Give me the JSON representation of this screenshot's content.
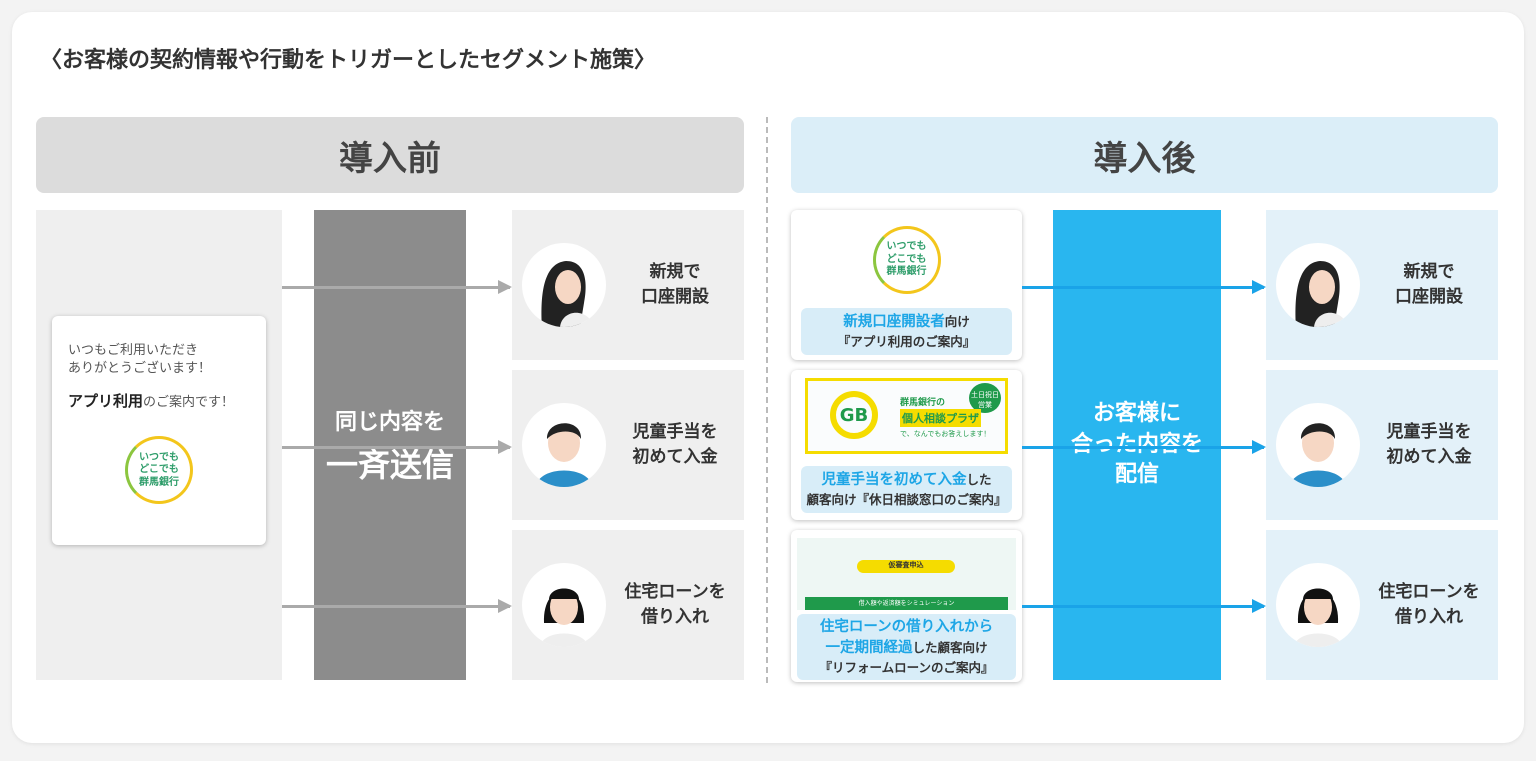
{
  "title": "〈お客様の契約情報や行動をトリガーとしたセグメント施策〉",
  "before": {
    "header": "導入前",
    "message": {
      "line1": "いつもご利用いただき",
      "line2": "ありがとうございます！",
      "bold": "アプリ利用",
      "rest": "のご案内です！",
      "logo": [
        "いつでも",
        "どこでも",
        "群馬銀行"
      ]
    },
    "column": {
      "line1": "同じ内容を",
      "line2": "一斉送信"
    },
    "targets": [
      {
        "l1": "新規で",
        "l2": "口座開設"
      },
      {
        "l1": "児童手当を",
        "l2": "初めて入金"
      },
      {
        "l1": "住宅ローンを",
        "l2": "借り入れ"
      }
    ]
  },
  "after": {
    "header": "導入後",
    "messages": [
      {
        "hl": "新規口座開設者",
        "rest": "向け",
        "l2": "『アプリ利用のご案内』",
        "logo": [
          "いつでも",
          "どこでも",
          "群馬銀行"
        ]
      },
      {
        "hl": "児童手当を初めて入金",
        "rest": "した",
        "l2": "顧客向け『休日相談窓口のご案内』",
        "banner": {
          "badge": "土日祝日営業",
          "t1": "群馬銀行の",
          "t2": "個人相談プラザ",
          "t3": "で、なんでもお答えします！"
        }
      },
      {
        "hl": "住宅ローンの借り入れから",
        "hl2": "一定期間経過",
        "rest": "した顧客向け",
        "l2": "『リフォームローンのご案内』",
        "banner": {
          "btn": "仮審査申込",
          "bar": "借入額や返済額をシミュレーション"
        }
      }
    ],
    "column": {
      "line1": "お客様に",
      "line2": "合った内容を",
      "line3": "配信"
    },
    "targets": [
      {
        "l1": "新規で",
        "l2": "口座開設"
      },
      {
        "l1": "児童手当を",
        "l2": "初めて入金"
      },
      {
        "l1": "住宅ローンを",
        "l2": "借り入れ"
      }
    ]
  },
  "colors": {
    "accent": "#29b6ef",
    "grey": "#8c8c8c"
  }
}
